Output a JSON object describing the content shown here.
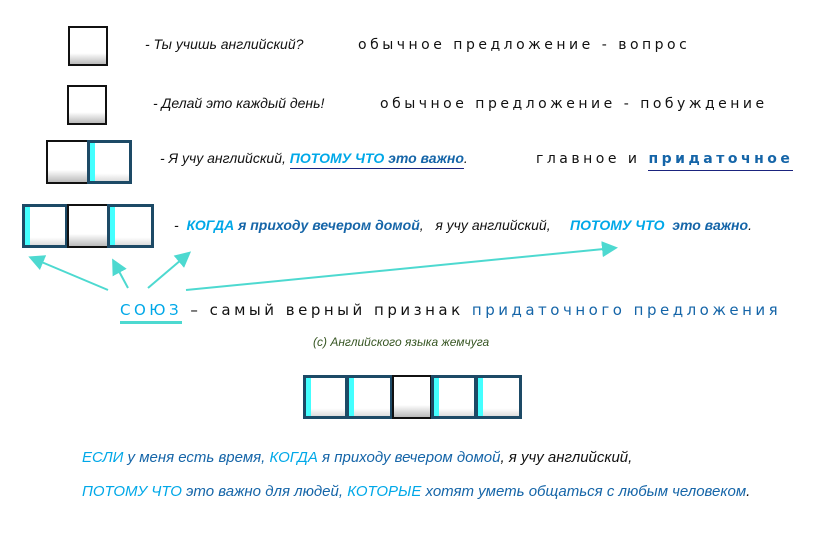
{
  "row1": {
    "sentence": "- Ты учишь английский?",
    "type": "обычное предложение - вопрос"
  },
  "row2": {
    "sentence": "- Делай это каждый день!",
    "type": "обычное предложение - побуждение"
  },
  "row3": {
    "main": "- Я учу английский,",
    "conj": "ПОТОМУ ЧТО",
    "sub": "это важно",
    "end": ".",
    "type_main": "главное и",
    "type_sub": "придаточное"
  },
  "row4": {
    "dash": "-",
    "conj1": "КОГДА",
    "sub1": "я приходу вечером домой",
    "comma": ",",
    "main": "я учу английский,",
    "conj2": "ПОТОМУ ЧТО",
    "sub2": "это важно",
    "end": "."
  },
  "rule": {
    "conj": "СОЮЗ",
    "middle": "– самый верный признак",
    "tail": "придаточного предложения"
  },
  "credit": "(с) Английского языка жемчуга",
  "example": {
    "l1": [
      "ЕСЛИ",
      " у меня есть время, ",
      "КОГДА",
      " я приходу вечером домой",
      ", я учу английский,"
    ],
    "l2": [
      "ПОТОМУ ЧТО",
      " это важно для людей, ",
      "КОТОРЫЕ",
      " хотят уметь общаться с любым человеком",
      "."
    ]
  },
  "colors": {
    "conj": "#00a8e8",
    "clause": "#1565a8",
    "arrow": "#4dd9d0",
    "credit": "#375623"
  }
}
